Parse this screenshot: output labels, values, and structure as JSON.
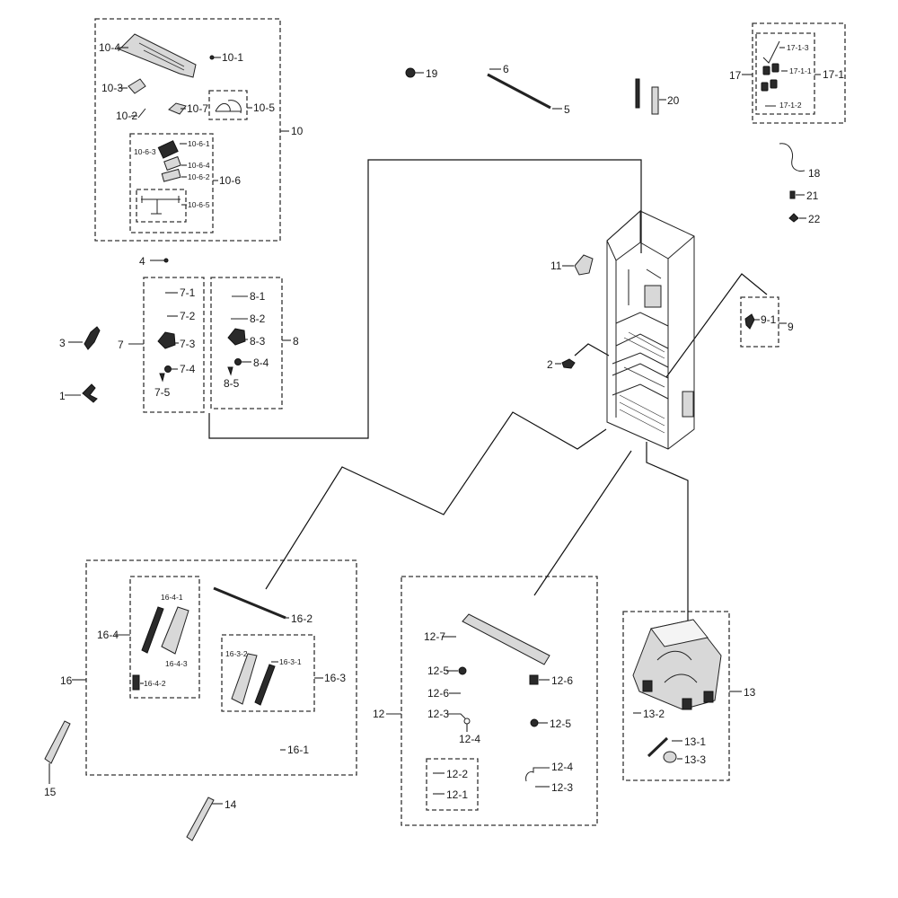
{
  "labels": {
    "p10_4": "10-4",
    "p10_1": "10-1",
    "p10_3": "10-3",
    "p10_7": "10-7",
    "p10_2": "10-2",
    "p10_5": "10-5",
    "p10": "10",
    "p10_6_3": "10-6-3",
    "p10_6_1": "10-6-1",
    "p10_6_4": "10-6-4",
    "p10_6_2": "10-6-2",
    "p10_6": "10-6",
    "p10_6_5": "10-6-5",
    "p19": "19",
    "p6": "6",
    "p5": "5",
    "p20": "20",
    "p17": "17",
    "p17_1_3": "17-1-3",
    "p17_1_1": "17-1-1",
    "p17_1": "17-1",
    "p17_1_2": "17-1-2",
    "p18": "18",
    "p21": "21",
    "p22": "22",
    "p4": "4",
    "p3": "3",
    "p1": "1",
    "p2": "2",
    "p11": "11",
    "p7": "7",
    "p7_1": "7-1",
    "p7_2": "7-2",
    "p7_3": "7-3",
    "p7_4": "7-4",
    "p7_5": "7-5",
    "p8": "8",
    "p8_1": "8-1",
    "p8_2": "8-2",
    "p8_3": "8-3",
    "p8_4": "8-4",
    "p8_5": "8-5",
    "p9": "9",
    "p9_1": "9-1",
    "p16": "16",
    "p16_1": "16-1",
    "p16_2": "16-2",
    "p16_3": "16-3",
    "p16_3_1": "16-3-1",
    "p16_3_2": "16-3-2",
    "p16_4": "16-4",
    "p16_4_1": "16-4-1",
    "p16_4_2": "16-4-2",
    "p16_4_3": "16-4-3",
    "p15": "15",
    "p14": "14",
    "p12": "12",
    "p12_1": "12-1",
    "p12_2": "12-2",
    "p12_3": "12-3",
    "p12_3b": "12-3",
    "p12_4": "12-4",
    "p12_4b": "12-4",
    "p12_5": "12-5",
    "p12_5b": "12-5",
    "p12_6": "12-6",
    "p12_6b": "12-6",
    "p12_7": "12-7",
    "p13": "13",
    "p13_1": "13-1",
    "p13_2": "13-2",
    "p13_3": "13-3"
  }
}
